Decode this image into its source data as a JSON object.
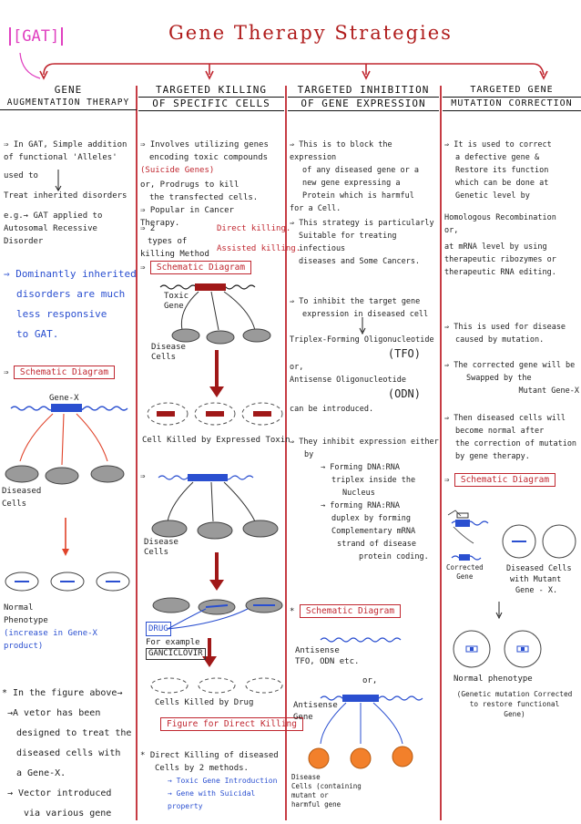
{
  "title": "Gene Therapy Strategies",
  "tag": "[GAT]",
  "colors": {
    "red": "#c0262f",
    "blue": "#2a4fd0",
    "grey": "#9a9a9a",
    "orange": "#f2802b",
    "pink": "#e040c0"
  },
  "col1": {
    "head1": "GENE",
    "head2": "AUGMENTATION THERAPY",
    "p1": "⇒ In GAT, Simple addition",
    "p1b": "of functional 'Alleles'",
    "used_to": "used to",
    "p2": "Treat inherited disorders",
    "p3": "e.g.→ GAT applied to",
    "p3b": "Autosomal Recessive",
    "p3c": "Disorder",
    "note1": "⇒ Dominantly inherited",
    "note2": "disorders are much",
    "note3": "less responsive",
    "note4": "to    GAT.",
    "schematic": "Schematic Diagram",
    "gene_x": "Gene-X",
    "diseased": "Diseased",
    "cells": "Cells",
    "normal1": "Normal",
    "normal2": "Phenotype",
    "normal3": "(increase in Gene-X product)",
    "fig1": "* In the figure above→",
    "fig2": "→A vetor has been",
    "fig3": "designed to treat the",
    "fig4": "diseased cells with",
    "fig5": "a  Gene-X.",
    "fig6": "→ Vector introduced",
    "fig7": "via  various  gene"
  },
  "col2": {
    "head1": "TARGETED KILLING",
    "head2": "OF SPECIFIC CELLS",
    "p1": "⇒ Involves utilizing genes",
    "p1b": "encoding toxic compounds",
    "p1c": "(Suicide Genes)",
    "p2": "or, Prodrugs to kill",
    "p2b": "the transfected cells.",
    "p3": "⇒ Popular in Cancer",
    "p3b": "Therapy.",
    "p4": "⇒ 2",
    "p4b": "types of",
    "p4c": "killing Method",
    "direct": "Direct killing.",
    "assisted": "Assisted killing.",
    "schematic": "Schematic Diagram",
    "toxic": "Toxic",
    "gene": "Gene",
    "diseased": "Disease",
    "cells": "Cells",
    "killed_toxin": "Cell Killed by Expressed Toxin",
    "diseased2": "Disease",
    "cells2": "Cells",
    "drug": "DRUG",
    "example": "For example",
    "ganciclovir": "GANCICLOVIR",
    "killed_drug": "Cells Killed by Drug",
    "fig_direct": "Figure for Direct Killing",
    "n1": "* Direct Killing of diseased",
    "n2": "Cells by 2 methods.",
    "n3": "→ Toxic Gene Introduction",
    "n4": "→ Gene with Suicidal property"
  },
  "col3": {
    "head1": "TARGETED INHIBITION",
    "head2": "OF GENE EXPRESSION",
    "p1": "⇒ This is to block the expression",
    "p1b": "of any diseased gene or a",
    "p1c": "new gene expressing a",
    "p1d": "Protein which is harmful",
    "p1e": "for a Cell.",
    "p2": "⇒ This strategy is particularly",
    "p2b": "Suitable for treating infectious",
    "p2c": "diseases and Some Cancers.",
    "p3": "⇒ To inhibit the target gene",
    "p3b": "expression in diseased cell",
    "p4": "Triplex-Forming Oligonucleotide",
    "tfo": "(TFO)",
    "or1": "or,",
    "p5": "Antisense Oligonucleotide",
    "odn": "(ODN)",
    "p6": "can be introduced.",
    "p7": "⇒ They inhibit expression either",
    "p7b": "by",
    "p8": "→ Forming DNA:RNA",
    "p8b": "triplex inside the",
    "p8c": "Nucleus",
    "p9": "→ forming RNA:RNA",
    "p9b": "duplex by forming",
    "p9c": "Complementary mRNA",
    "p9d": "strand of disease",
    "p9e": "protein coding.",
    "schematic": "Schematic Diagram",
    "antisense1": "Antisense",
    "antisense2": "TFO, ODN etc.",
    "or2": "or,",
    "antisense_gene1": "Antisense",
    "antisense_gene2": "Gene",
    "dc1": "Disease",
    "dc2": "Cells (containing",
    "dc3": "mutant or",
    "dc4": "harmful gene"
  },
  "col4": {
    "head1": "TARGETED GENE",
    "head2": "MUTATION CORRECTION",
    "p1": "⇒ It is used to correct",
    "p1b": "a defective gene &",
    "p1c": "Restore its function",
    "p1d": "which can be done at",
    "p1e": "Genetic level by",
    "p2": "Homologous Recombination",
    "p2b": "or,",
    "p3": "at mRNA level by using",
    "p3b": "therapeutic ribozymes or",
    "p3c": "therapeutic RNA editing.",
    "p4": "⇒ This is used for disease",
    "p4b": "caused by mutation.",
    "p5": "⇒ The corrected gene will be",
    "p5b": "Swapped by the",
    "p5c": "Mutant Gene-X",
    "p6": "⇒ Then diseased cells will",
    "p6b": "become normal after",
    "p6c": "the correction of mutation",
    "p6d": "by gene therapy.",
    "schematic": "Schematic Diagram",
    "corrected1": "Corrected",
    "corrected2": "Gene",
    "dis1": "Diseased Cells",
    "dis2": "with Mutant",
    "dis3": "Gene - X.",
    "normal": "Normal phenotype",
    "gm1": "(Genetic mutation Corrected",
    "gm2": "to restore functional",
    "gm3": "Gene)"
  }
}
